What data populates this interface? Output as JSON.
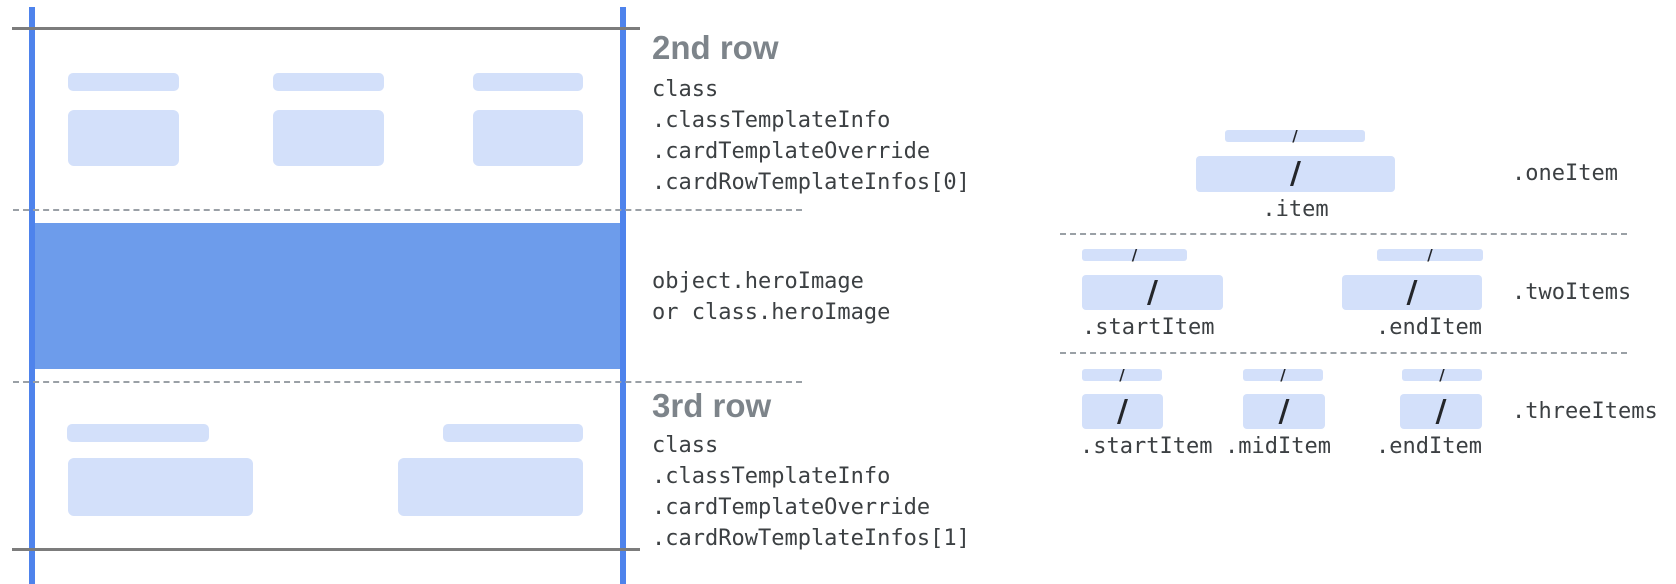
{
  "card": {
    "row2": {
      "heading": "2nd row",
      "code_lines": [
        "class",
        ".classTemplateInfo",
        ".cardTemplateOverride",
        ".cardRowTemplateInfos[0]"
      ]
    },
    "hero": {
      "code_lines": [
        "object.heroImage",
        "or class.heroImage"
      ]
    },
    "row3": {
      "heading": "3rd row",
      "code_lines": [
        "class",
        ".classTemplateInfo",
        ".cardTemplateOverride",
        ".cardRowTemplateInfos[1]"
      ]
    }
  },
  "layouts": {
    "one_item": {
      "label": ".oneItem",
      "item_labels": [
        ".item"
      ]
    },
    "two_items": {
      "label": ".twoItems",
      "item_labels": [
        ".startItem",
        ".endItem"
      ]
    },
    "three_items": {
      "label": ".threeItems",
      "item_labels": [
        ".startItem",
        ".midItem",
        ".endItem"
      ]
    }
  },
  "glyphs": {
    "slash": "/"
  },
  "colors": {
    "guide_line_blue": "#4e83ec",
    "hero_band_blue": "#6d9ceb",
    "placeholder_blue": "#d3e0fa",
    "rule_gray": "#7c7c7c",
    "dashed_gray": "#9aa0a6",
    "heading_gray": "#7d848a",
    "code_gray": "#3c4043"
  }
}
